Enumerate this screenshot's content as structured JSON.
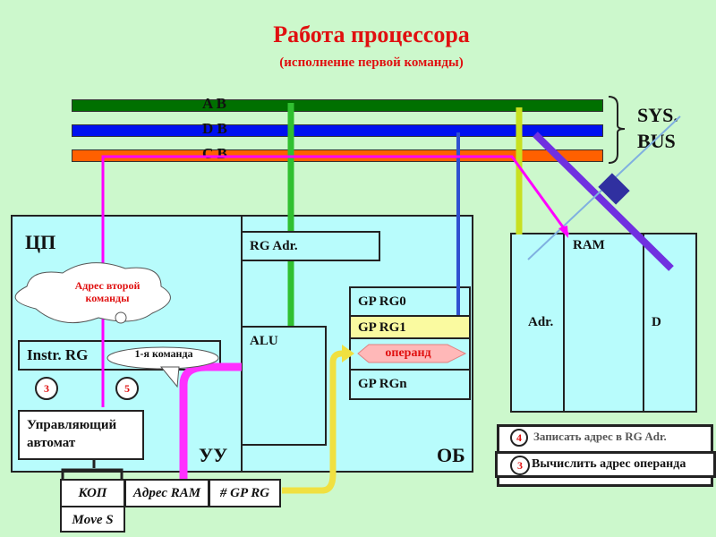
{
  "title": "Работа процессора",
  "subtitle": "(исполнение первой команды)",
  "bus": {
    "address": "A B",
    "data": "D B",
    "control": "C B",
    "system_label_1": "SYS.",
    "system_label_2": "BUS"
  },
  "cpu": {
    "label": "ЦП",
    "control_unit": "УУ",
    "operational_unit": "ОБ",
    "rg_adr": "RG Adr.",
    "alu": "ALU",
    "gp_rg0": "GP RG0",
    "gp_rg1": "GP RG1",
    "gp_rgn": "GP RGn",
    "instr_rg": "Instr. RG",
    "control_automaton": "Управляющий автомат",
    "cloud": "Адрес второй команды",
    "callout": "1-я команда",
    "operand": "операнд",
    "step_circles": [
      "3",
      "5"
    ]
  },
  "ram": {
    "label": "RAM",
    "adr": "Adr.",
    "data": "D"
  },
  "command": {
    "opcode": "КОП",
    "ram_address": "Адрес RAM",
    "gp_rg": "# GP RG",
    "opcode_value": "Move S"
  },
  "steps": [
    {
      "num": "4",
      "text": "Записать адрес в RG Adr."
    },
    {
      "num": "3",
      "text": "Вычислить адрес операнда"
    }
  ],
  "colors": {
    "address_bus": "#007000",
    "data_bus": "#0010f0",
    "control_bus": "#ff6000",
    "title": "#e01010",
    "signal": "#ff00ff"
  }
}
